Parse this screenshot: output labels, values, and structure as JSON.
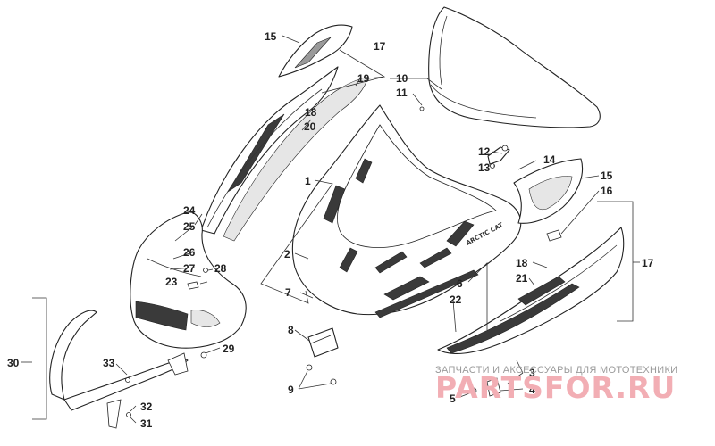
{
  "callouts": [
    {
      "id": "1",
      "label": "1"
    },
    {
      "id": "2",
      "label": "2"
    },
    {
      "id": "3",
      "label": "3"
    },
    {
      "id": "4",
      "label": "4"
    },
    {
      "id": "5",
      "label": "5"
    },
    {
      "id": "6",
      "label": "6"
    },
    {
      "id": "7",
      "label": "7"
    },
    {
      "id": "8",
      "label": "8"
    },
    {
      "id": "9",
      "label": "9"
    },
    {
      "id": "10",
      "label": "10"
    },
    {
      "id": "11",
      "label": "11"
    },
    {
      "id": "12",
      "label": "12"
    },
    {
      "id": "13",
      "label": "13"
    },
    {
      "id": "14",
      "label": "14"
    },
    {
      "id": "15a",
      "label": "15"
    },
    {
      "id": "15b",
      "label": "15"
    },
    {
      "id": "16",
      "label": "16"
    },
    {
      "id": "17a",
      "label": "17"
    },
    {
      "id": "17b",
      "label": "17"
    },
    {
      "id": "18a",
      "label": "18"
    },
    {
      "id": "18b",
      "label": "18"
    },
    {
      "id": "19",
      "label": "19"
    },
    {
      "id": "20",
      "label": "20"
    },
    {
      "id": "21",
      "label": "21"
    },
    {
      "id": "22",
      "label": "22"
    },
    {
      "id": "23",
      "label": "23"
    },
    {
      "id": "24",
      "label": "24"
    },
    {
      "id": "25",
      "label": "25"
    },
    {
      "id": "26",
      "label": "26"
    },
    {
      "id": "27",
      "label": "27"
    },
    {
      "id": "28",
      "label": "28"
    },
    {
      "id": "29",
      "label": "29"
    },
    {
      "id": "30",
      "label": "30"
    },
    {
      "id": "31",
      "label": "31"
    },
    {
      "id": "32",
      "label": "32"
    },
    {
      "id": "33",
      "label": "33"
    }
  ],
  "decal_text": "ARCTIC CAT",
  "watermark": {
    "caption": "ЗАПЧАСТИ И АКСЕССУАРЫ ДЛЯ МОТОТЕХНИКИ",
    "logo": "PARTSFOR.RU",
    "logo_color": "#f2aeb4"
  }
}
